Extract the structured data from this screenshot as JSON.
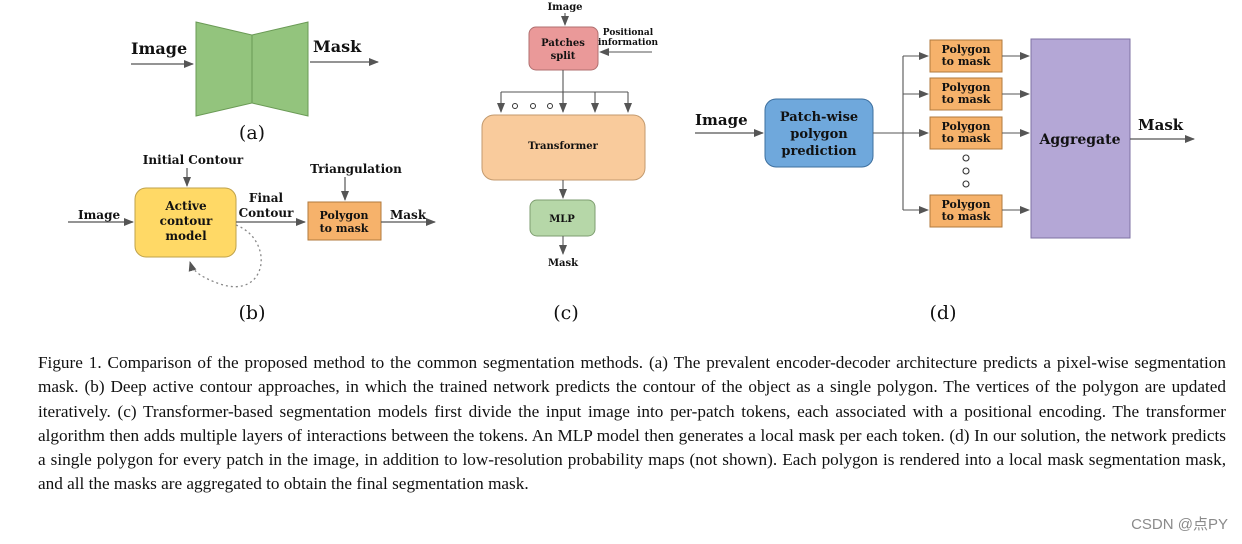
{
  "panel_a": {
    "input_label": "Image",
    "output_label": "Mask",
    "sub_label": "(a)",
    "encoder_color": "#93c47d"
  },
  "panel_b": {
    "top_label": "Initial Contour",
    "input_label": "Image",
    "model_label": [
      "Active",
      "contour",
      "model"
    ],
    "final_label": [
      "Final",
      "Contour"
    ],
    "triangulation_label": "Triangulation",
    "polygon_label": [
      "Polygon",
      "to mask"
    ],
    "output_label": "Mask",
    "sub_label": "(b)",
    "model_color": "#ffd966",
    "polygon_color": "#f6b26b"
  },
  "panel_c": {
    "input_label": "Image",
    "patches_label": [
      "Patches",
      "split"
    ],
    "positional_label": [
      "Positional",
      "information"
    ],
    "transformer_label": "Transformer",
    "mlp_label": "MLP",
    "output_label": "Mask",
    "sub_label": "(c)",
    "patches_color": "#ea9999",
    "transformer_color": "#f9cb9c",
    "mlp_color": "#b6d7a8"
  },
  "panel_d": {
    "input_label": "Image",
    "patchwise_label": [
      "Patch-wise",
      "polygon",
      "prediction"
    ],
    "polygon_label": [
      "Polygon",
      "to mask"
    ],
    "aggregate_label": "Aggregate",
    "output_label": "Mask",
    "sub_label": "(d)",
    "patchwise_color": "#6fa8dc",
    "polygon_color": "#f6b26b",
    "aggregate_color": "#b4a7d6"
  },
  "caption": "Figure 1. Comparison of the proposed method to the common segmentation methods. (a) The prevalent encoder-decoder architecture predicts a pixel-wise segmentation mask. (b) Deep active contour approaches, in which the trained network predicts the contour of the object as a single polygon. The vertices of the polygon are updated iteratively. (c) Transformer-based segmentation models first divide the input image into per-patch tokens, each associated with a positional encoding. The transformer algorithm then adds multiple layers of interactions between the tokens. An MLP model then generates a local mask per each token. (d) In our solution, the network predicts a single polygon for every patch in the image, in addition to low-resolution probability maps (not shown). Each polygon is rendered into a local mask segmentation mask, and all the masks are aggregated to obtain the final segmentation mask.",
  "watermark": "CSDN @点PY"
}
